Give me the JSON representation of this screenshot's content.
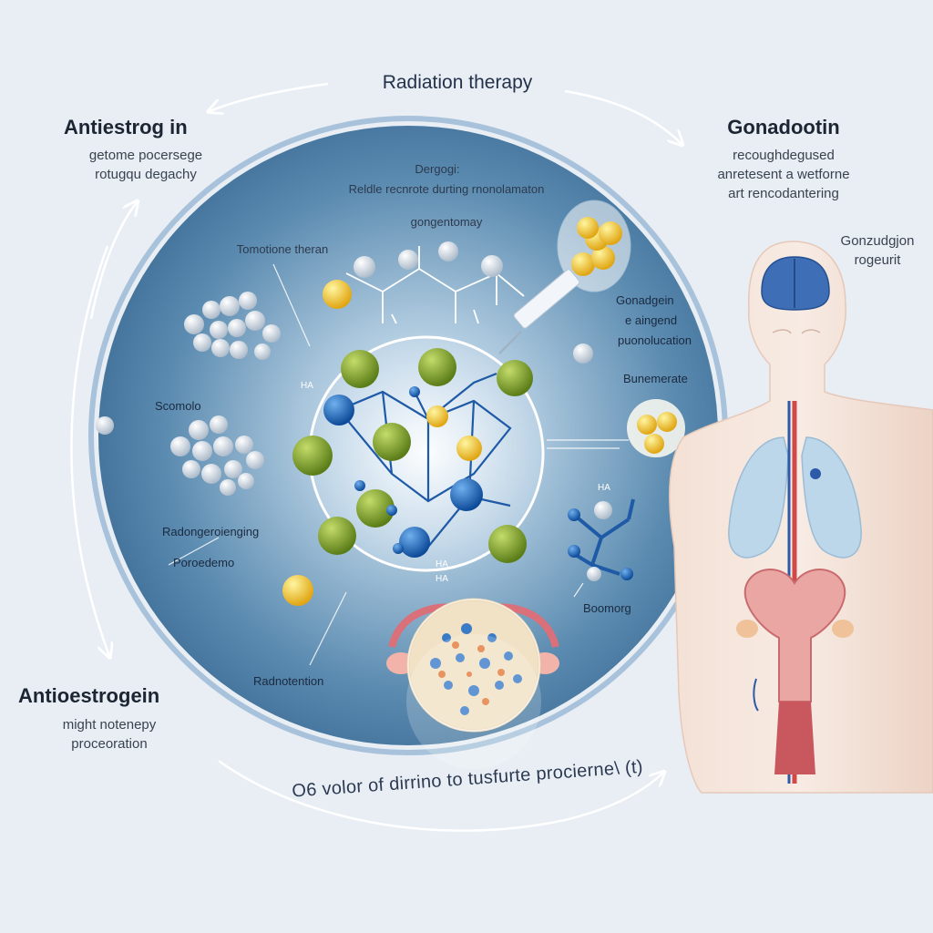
{
  "title": "Radiation therapy",
  "left_top": {
    "heading": "Antiestrog in",
    "line1": "getome pocersege",
    "line2": "rotugqu degachy"
  },
  "left_bottom": {
    "heading": "Antioestrogein",
    "line1": "might notenepy",
    "line2": "proceoration"
  },
  "right_top": {
    "heading": "Gonadootin",
    "line1": "recoughdegused",
    "line2": "anretesent a wetforne",
    "line3": "art rencodantering"
  },
  "inner": {
    "top1": "Dergogi:",
    "top2": "Reldle recnrote durting rnonolamaton",
    "top3": "gongentomay",
    "left1": "Tomotione theran",
    "left2": "Scomolo",
    "left3": "Radongeroienging",
    "left4": "Poroedemo",
    "bottom": "Radnotention",
    "right1a": "Gonadgein",
    "right1b": "e aingend",
    "right1c": "puonolucation",
    "right2": "Bunemerate",
    "right3": "Boomorg",
    "chem1": "HA",
    "chem2": "HA",
    "chem3": "HA",
    "chem4": "HA"
  },
  "body_labels": {
    "line1": "Gonzudgjon",
    "line2": "rogeurit"
  },
  "caption": "O6 volor of dirrino to tusfurte procierne\\ (t)"
}
